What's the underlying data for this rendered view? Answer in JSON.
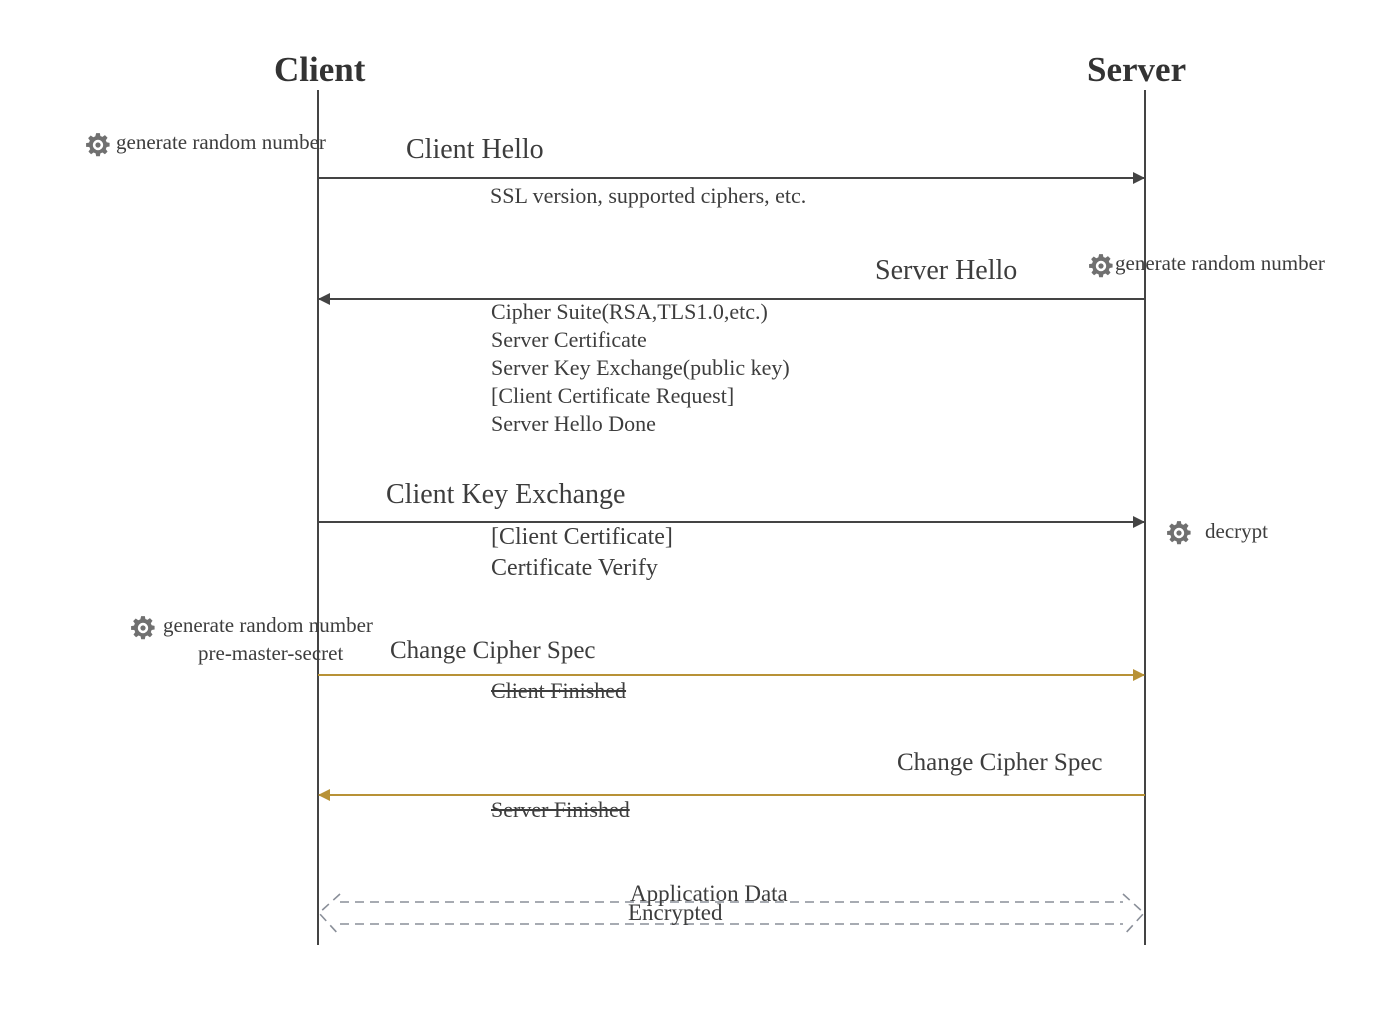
{
  "actors": {
    "client": "Client",
    "server": "Server"
  },
  "notes": {
    "client_random": "generate random number",
    "server_random": "generate random number",
    "server_decrypt": "decrypt",
    "client_premaster_1": "generate random number",
    "client_premaster_2": "pre-master-secret"
  },
  "messages": {
    "client_hello": {
      "label": "Client Hello",
      "detail": [
        "SSL version, supported ciphers, etc."
      ]
    },
    "server_hello": {
      "label": "Server Hello",
      "detail": [
        "Cipher Suite(RSA,TLS1.0,etc.)",
        "Server Certificate",
        "Server Key Exchange(public key)",
        "[Client Certificate Request]",
        "Server Hello Done"
      ]
    },
    "client_key_exchange": {
      "label": "Client Key Exchange",
      "detail": [
        "[Client Certificate]",
        "Certificate Verify"
      ]
    },
    "client_change_cipher": {
      "label": "Change Cipher Spec",
      "detail": "Client Finished"
    },
    "server_change_cipher": {
      "label": "Change Cipher Spec",
      "detail": "Server Finished"
    },
    "application_data": {
      "label": "Application Data",
      "sublabel": "Encrypted"
    }
  },
  "colors": {
    "line": "#444444",
    "gold": "#b89236",
    "dashed": "#8a8f99",
    "gear": "#707070"
  },
  "icons": [
    "gear-icon"
  ]
}
